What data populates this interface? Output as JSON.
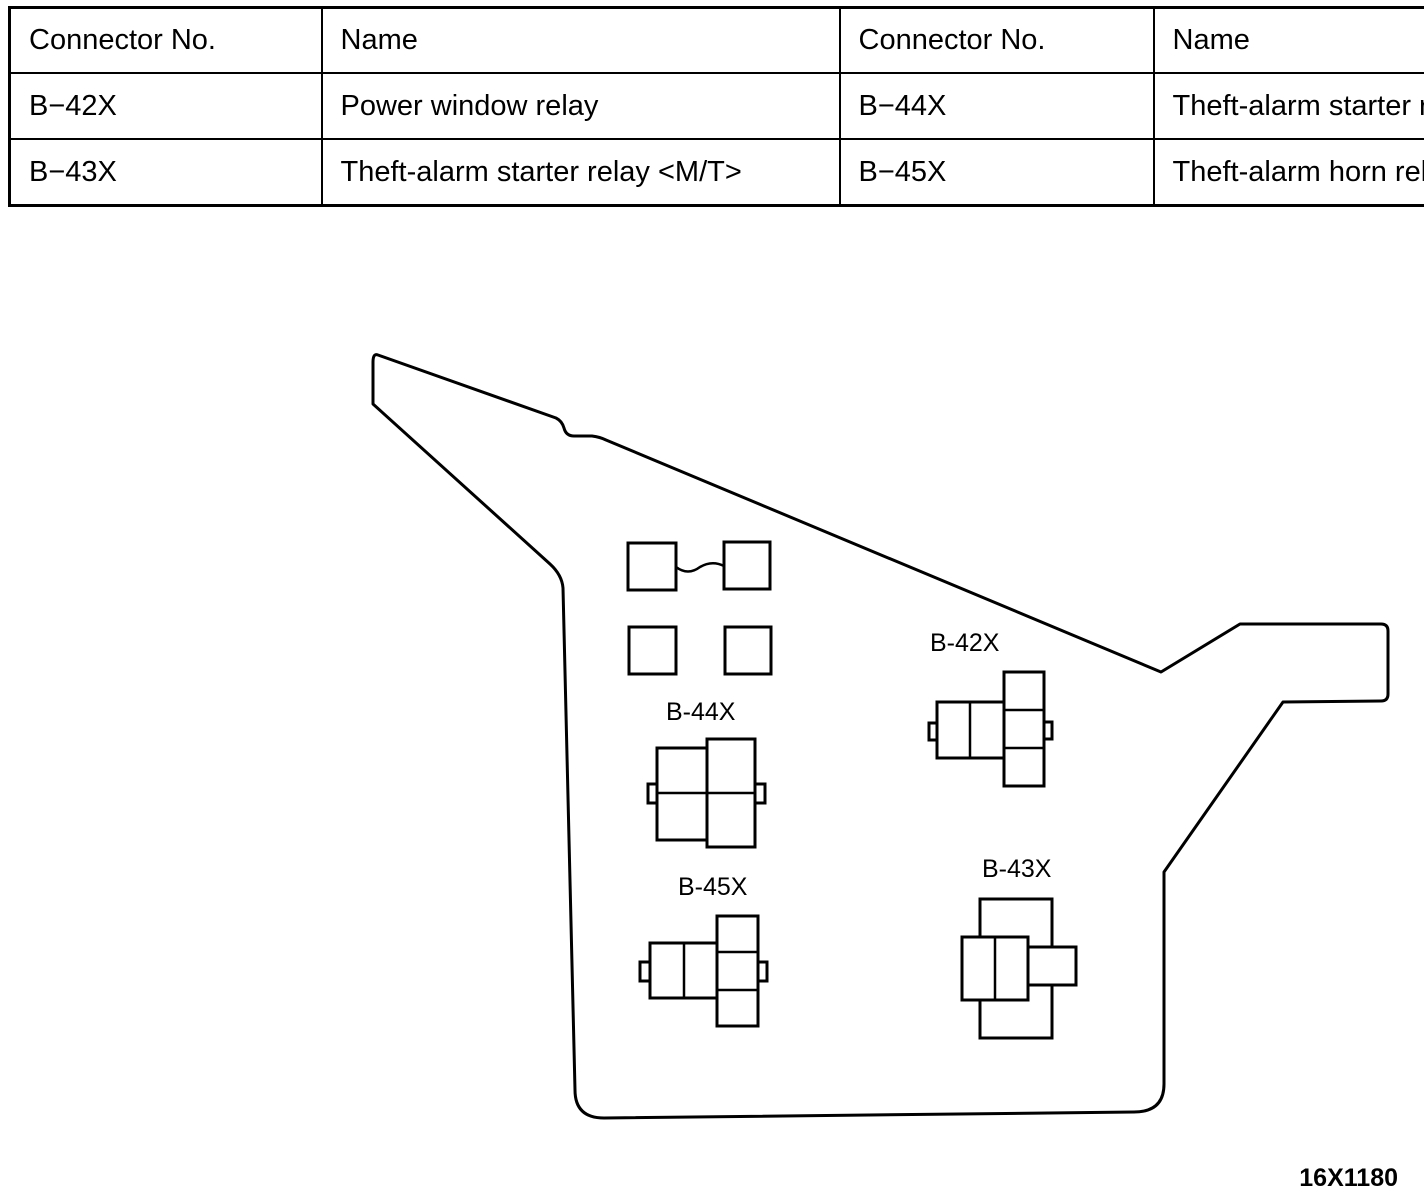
{
  "table": {
    "headers": [
      "Connector No.",
      "Name",
      "Connector No.",
      "Name"
    ],
    "rows": [
      [
        "B−42X",
        "Power window relay",
        "B−44X",
        "Theft-alarm starter relay <A/T>"
      ],
      [
        "B−43X",
        "Theft-alarm starter relay <M/T>",
        "B−45X",
        "Theft-alarm horn relay"
      ]
    ]
  },
  "diagram": {
    "connector_labels": {
      "b42x": "B-42X",
      "b43x": "B-43X",
      "b44x": "B-44X",
      "b45x": "B-45X"
    },
    "figure_code": "16X1180"
  }
}
